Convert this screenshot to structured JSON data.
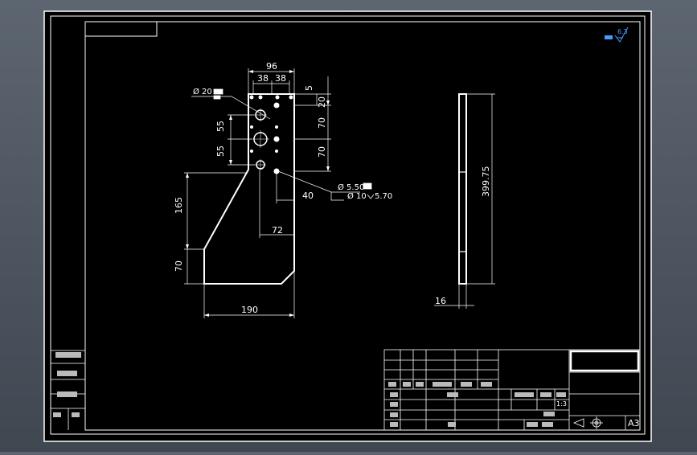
{
  "drawing": {
    "front_view": {
      "dim_total_width": "96",
      "dim_hole_spacing_left": "38",
      "dim_hole_spacing_right": "38",
      "dim_top_offset": "5",
      "dim_top_hole": "20",
      "dim_vertical_upper": "70",
      "dim_vertical_lower": "70",
      "dim_left_upper": "55",
      "dim_left_lower": "55",
      "dim_height_165": "165",
      "dim_height_70": "70",
      "dim_bottom_width": "190",
      "dim_inner_72": "72",
      "dim_inner_40": "40",
      "note_large_hole": "Ø 20",
      "note_small_hole_1": "Ø 5.50",
      "note_small_hole_2": "Ø 10",
      "note_small_hole_2_depth": "5.70"
    },
    "side_view": {
      "dim_length": "399.75",
      "dim_thickness": "16"
    },
    "roughness": "6.3",
    "title_block": {
      "sheet_size": "A3"
    }
  }
}
